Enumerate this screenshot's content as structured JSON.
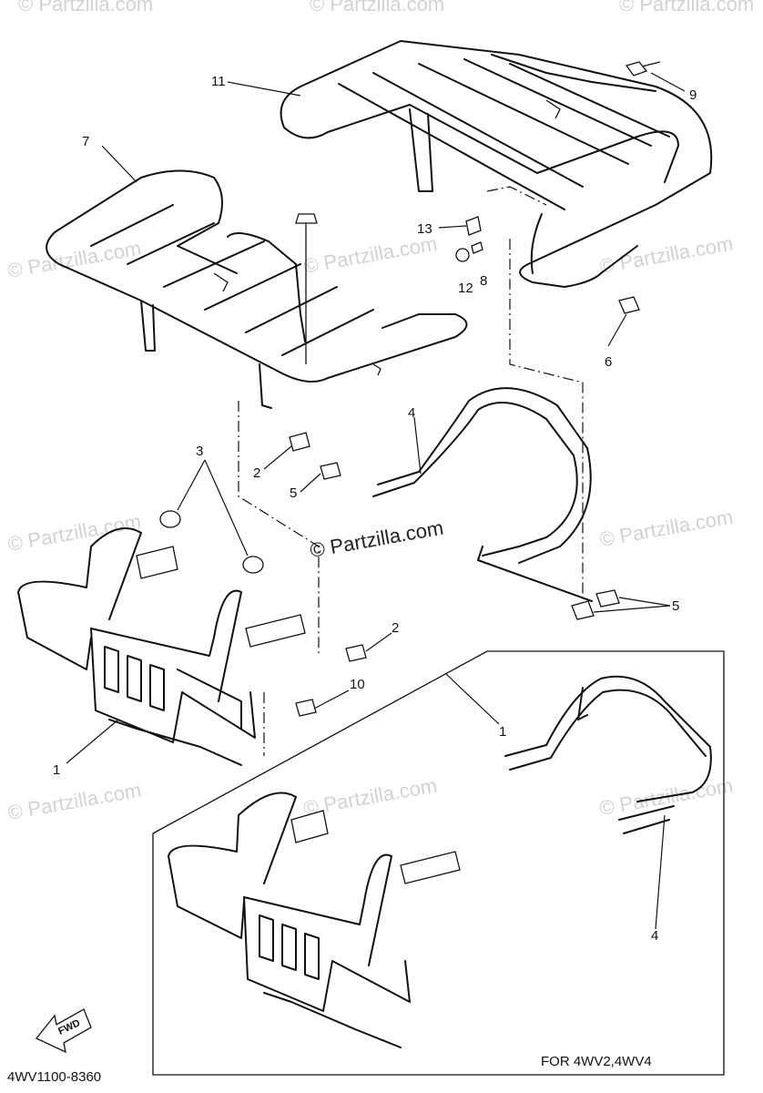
{
  "watermark": "© Partzilla.com",
  "diagram_code": "4WV1100-8360",
  "variant_note": "FOR 4WV2,4WV4",
  "fwd_label": "FWD",
  "callouts": [
    {
      "id": "c1a",
      "label": "1"
    },
    {
      "id": "c1b",
      "label": "1"
    },
    {
      "id": "c2a",
      "label": "2"
    },
    {
      "id": "c2b",
      "label": "2"
    },
    {
      "id": "c3",
      "label": "3"
    },
    {
      "id": "c4a",
      "label": "4"
    },
    {
      "id": "c4b",
      "label": "4"
    },
    {
      "id": "c5a",
      "label": "5"
    },
    {
      "id": "c5b",
      "label": "5"
    },
    {
      "id": "c6",
      "label": "6"
    },
    {
      "id": "c7",
      "label": "7"
    },
    {
      "id": "c8",
      "label": "8"
    },
    {
      "id": "c9",
      "label": "9"
    },
    {
      "id": "c10",
      "label": "10"
    },
    {
      "id": "c11",
      "label": "11"
    },
    {
      "id": "c12",
      "label": "12"
    },
    {
      "id": "c13",
      "label": "13"
    }
  ]
}
